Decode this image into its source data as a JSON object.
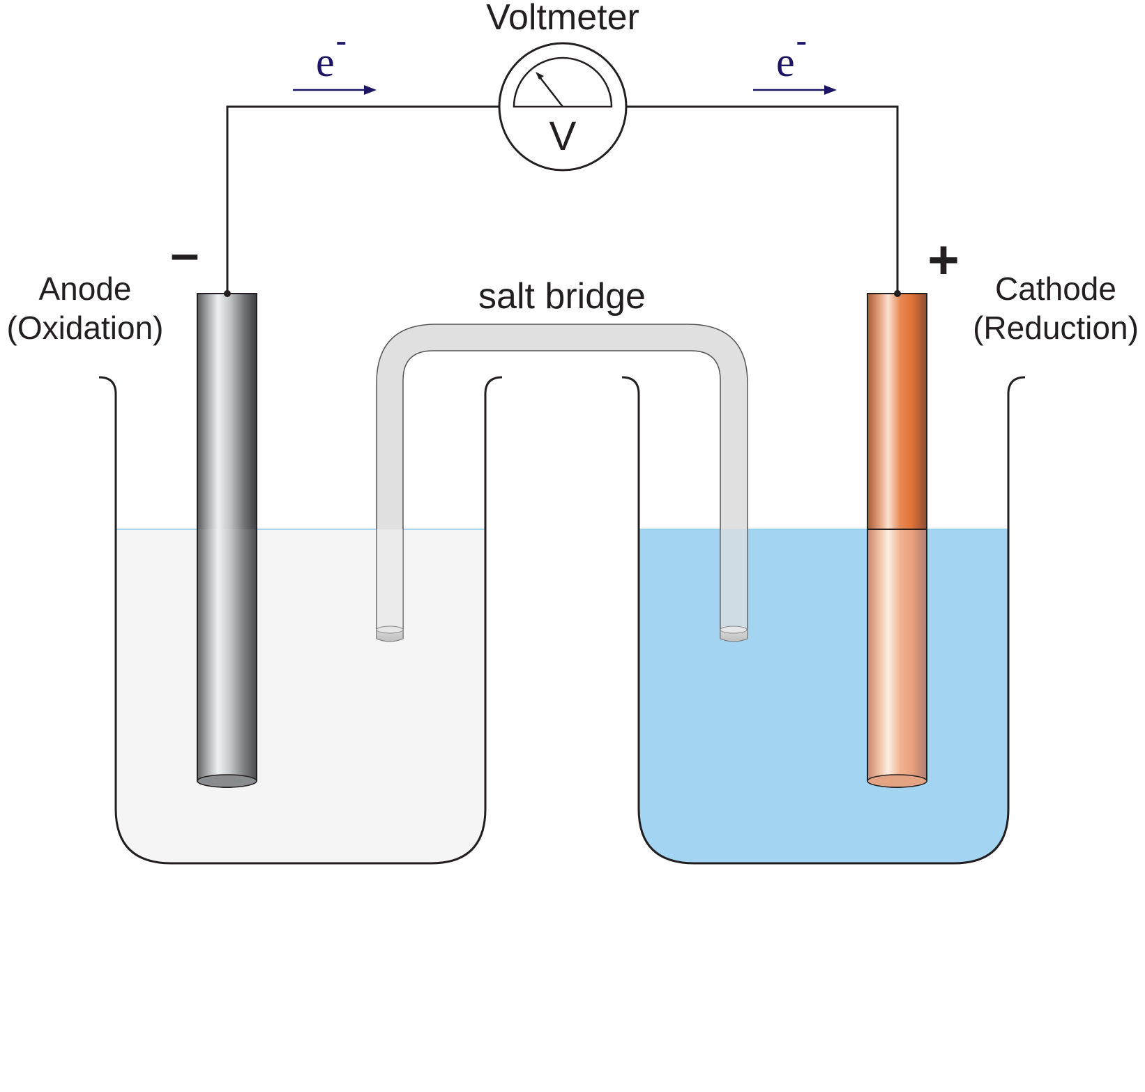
{
  "title": "Voltmeter",
  "meter": {
    "symbol": "V"
  },
  "electron_flow": {
    "left": {
      "base": "e",
      "sup": "-"
    },
    "right": {
      "base": "e",
      "sup": "-"
    }
  },
  "anode": {
    "sign": "–",
    "label_line1": "Anode",
    "label_line2": "(Oxidation)"
  },
  "cathode": {
    "sign": "+",
    "label_line1": "Cathode",
    "label_line2": "(Reduction)"
  },
  "salt_bridge": {
    "label": "salt bridge"
  },
  "colors": {
    "wire": "#231f20",
    "arrow": "#1c1464",
    "anode_solution": "#f5f5f5",
    "cathode_solution": "#a3d5f3",
    "water_line": "#8ccbec",
    "bridge_tube": "#e0e0e0",
    "electrode_zinc": "#8f9094",
    "electrode_copper": "#d8794a"
  }
}
